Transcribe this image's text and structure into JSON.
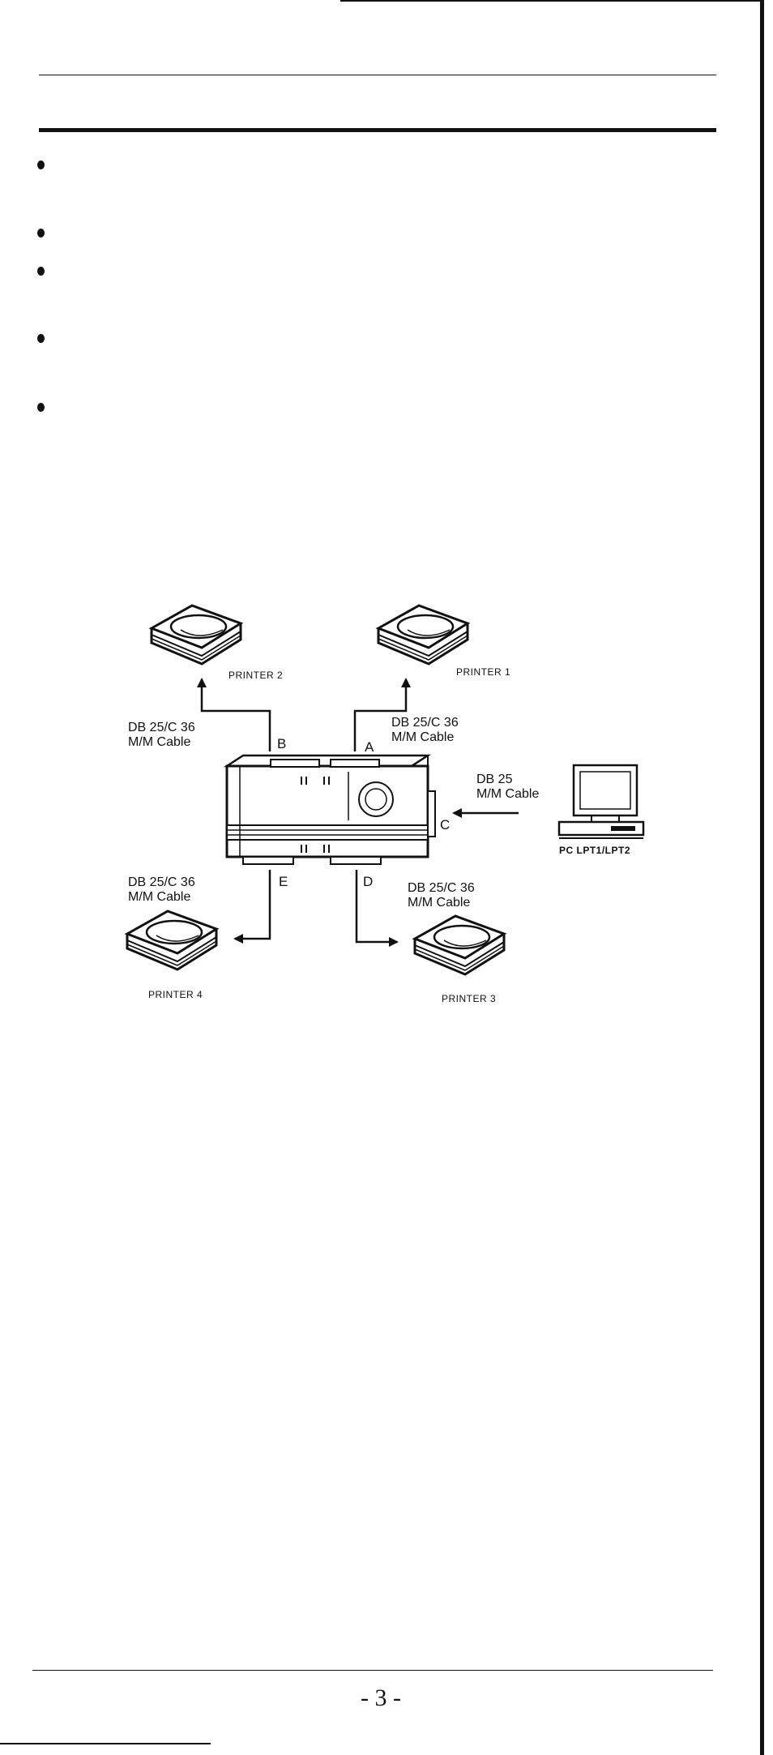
{
  "diagram": {
    "printers": {
      "printer1": "PRINTER 1",
      "printer2": "PRINTER 2",
      "printer3": "PRINTER 3",
      "printer4": "PRINTER 4"
    },
    "ports": {
      "a": "A",
      "b": "B",
      "c": "C",
      "d": "D",
      "e": "E"
    },
    "cables": {
      "a": [
        "DB 25/C 36",
        "M/M Cable"
      ],
      "b": [
        "DB 25/C 36",
        "M/M Cable"
      ],
      "c": [
        "DB 25",
        "M/M Cable"
      ],
      "d": [
        "DB 25/C 36",
        "M/M Cable"
      ],
      "e": [
        "DB 25/C 36",
        "M/M Cable"
      ]
    },
    "pc_label": "PC LPT1/LPT2"
  },
  "footer": {
    "page_number": "- 3 -"
  },
  "colors": {
    "ink": "#111111",
    "paper": "#ffffff"
  }
}
